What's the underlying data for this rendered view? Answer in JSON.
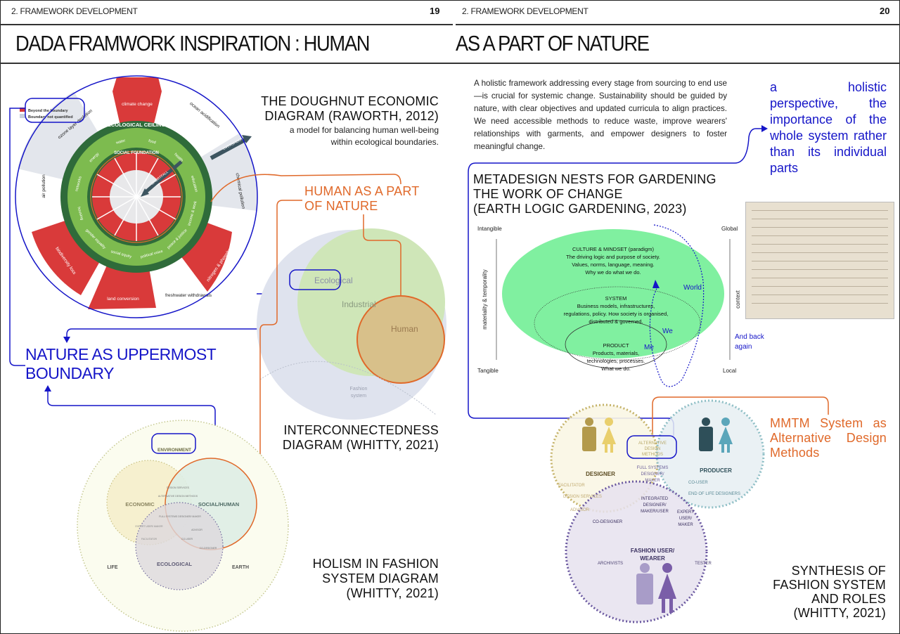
{
  "header": {
    "left_running_head": "2. FRAMEWORK DEVELOPMENT",
    "left_page_number": "19",
    "right_running_head": "2. FRAMEWORK DEVELOPMENT",
    "right_page_number": "20",
    "title_left": "DADA FRAMWORK INSPIRATION : HUMAN",
    "title_right": "AS A PART OF NATURE"
  },
  "doughnut": {
    "caption": "THE DOUGHNUT ECONOMIC DIAGRAM (RAWORTH, 2012)",
    "caption_line1": "THE DOUGHNUT ECONOMIC",
    "caption_line2": "DIAGRAM (RAWORTH, 2012)",
    "subcaption_line1": "a model for balancing human well-being",
    "subcaption_line2": "within ecological boundaries.",
    "legend": [
      "Beyond the boundary",
      "Boundary not quantified"
    ],
    "ceiling_label": "ECOLOGICAL CEILING",
    "foundation_label": "SOCIAL FOUNDATION",
    "overshoot_label": "OVERSHOOT",
    "shortfall_label": "SHORTFALL",
    "ecological": [
      "climate change",
      "ocean acidification",
      "chemical pollution",
      "nitrogen & phosphorus loading",
      "freshwater withdrawals",
      "land conversion",
      "biodiversity loss",
      "air pollution",
      "ozone layer depletion"
    ],
    "social": [
      "water",
      "food",
      "health",
      "education",
      "income & work",
      "peace & justice",
      "political voice",
      "social equity",
      "gender equality",
      "housing",
      "networks",
      "energy"
    ],
    "colors": {
      "red": "#d93a3a",
      "dark_green": "#2f6b3a",
      "light_green": "#7dbb4f",
      "grey": "#e3e6ec"
    }
  },
  "annotations": {
    "human_part_nature": "HUMAN AS A PART OF NATURE",
    "human_line1": "HUMAN AS A PART",
    "human_line2": "OF NATURE",
    "nature_line1": "NATURE AS UPPERMOST",
    "nature_line2": "BOUNDARY",
    "mmtm_line1": "MMTM System as",
    "mmtm_line2": "Alternative Design",
    "mmtm_line3": "Methods",
    "blue": "#1515c8",
    "orange": "#e0692a"
  },
  "interconnectedness": {
    "caption_line1": "INTERCONNECTEDNESS",
    "caption_line2": "DIAGRAM (WHITTY, 2021)",
    "labels": {
      "ecological": "Ecological",
      "industrial": "Industrial",
      "human": "Human",
      "fashion_line1": "Fashion",
      "fashion_line2": "system"
    }
  },
  "holism": {
    "caption_line1": "HOLISM IN FASHION",
    "caption_line2": "SYSTEM DIAGRAM",
    "caption_line3": "(WHITTY, 2021)",
    "labels": {
      "environment": "ENVIRONMENT",
      "economic": "ECONOMIC",
      "social": "SOCIAL/HUMAN",
      "ecological": "ECOLOGICAL",
      "life": "LIFE",
      "earth": "EARTH",
      "design_services": "DESIGN SERVICES",
      "alt_methods": "ALTERNATIVE DESIGN METHODS",
      "full_systems": "FULL SYSTEMS DESIGNER/ MAKER",
      "expert": "EXPERT USER/ MAKER",
      "advisor": "ADVISOR",
      "facilitator": "FACILITATOR",
      "co_user": "CO-USER",
      "co_designer": "CO-DESIGNER"
    }
  },
  "intro": {
    "paragraph": "A holistic framework addressing every stage from sourcing to end use—is crucial for systemic change. Sustainability should be guided by nature, with clear objectives and updated curricula to align practices. We need accessible methods to reduce waste, improve wearers' relationships with garments, and empower designers to foster meaningful change.",
    "quote": "a holistic perspective, the importance of the whole system rather than its individual parts"
  },
  "metadesign": {
    "caption_line1": "METADESIGN NESTS FOR GARDENING",
    "caption_line2": "THE WORK OF CHANGE",
    "caption_line3": "(EARTH LOGIC GARDENING, 2023)",
    "intangible": "Intangible",
    "tangible": "Tangible",
    "global": "Global",
    "local": "Local",
    "left_axis": "materiality & temporality",
    "right_axis": "context",
    "culture": [
      "CULTURE & MINDSET (paradigm)",
      "The driving logic and purpose of society.",
      "Values, norms, language, meaning.",
      "Why we do what we do."
    ],
    "system": [
      "SYSTEM",
      "Business models, infrastructures,",
      "regulations, policy. How society is organised,",
      "distributed & governed."
    ],
    "product": [
      "PRODUCT",
      "Products, materials,",
      "technologies, processes.",
      "What we do."
    ],
    "world": "World",
    "we": "We",
    "me": "Me",
    "and_back_line1": "And back",
    "and_back_line2": "again",
    "ellipse_color": "#80f0a0"
  },
  "roles": {
    "caption_line1": "SYNTHESIS OF",
    "caption_line2": "FASHION SYSTEM",
    "caption_line3": "AND ROLES",
    "caption_line4": "(WHITTY, 2021)",
    "designer": "DESIGNER",
    "producer": "PRODUCER",
    "wearer_line1": "FASHION USER/",
    "wearer_line2": "WEARER",
    "alt_line1": "ALTERNATIVE",
    "alt_line2": "DESIGN",
    "alt_line3": "METHODS",
    "full_line1": "FULL SYSTEMS",
    "full_line2": "DESIGNER/",
    "full_line3": "MAKER",
    "facilitator": "FACILITATOR",
    "design_services": "DESIGN SERVICES",
    "advisor": "ADVISOR",
    "co_user": "CO-USER",
    "end_of_life": "END OF LIFE DESIGNERS",
    "integrated_line1": "INTEGRATED",
    "integrated_line2": "DESIGNER/",
    "integrated_line3": "MAKER/USER",
    "expert_line1": "EXPERT",
    "expert_line2": "USER/",
    "expert_line3": "MAKER",
    "co_designer": "CO-DESIGNER",
    "archivists": "ARCHIVISTS",
    "tester": "TESTER"
  }
}
